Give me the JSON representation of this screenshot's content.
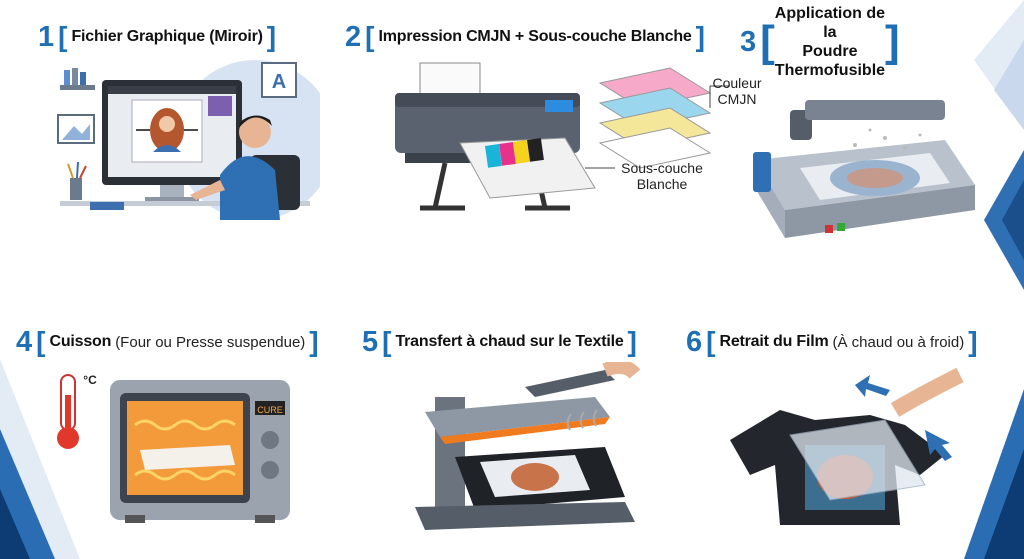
{
  "steps": [
    {
      "number": "1",
      "title": "Fichier Graphique (Miroir)",
      "subtitle": ""
    },
    {
      "number": "2",
      "title": "Impression CMJN + Sous-couche Blanche",
      "subtitle": "",
      "labels": {
        "color": "Couleur CMJN",
        "underlayer": "Sous-couche Blanche"
      }
    },
    {
      "number": "3",
      "title_line1": "Application de la",
      "title_line2": "Poudre Thermofusible"
    },
    {
      "number": "4",
      "title": "Cuisson",
      "subtitle": "(Four ou Presse suspendue)",
      "labels": {
        "temp_unit": "°C",
        "oven_display": "CURE"
      }
    },
    {
      "number": "5",
      "title": "Transfert à chaud sur le Textile",
      "subtitle": ""
    },
    {
      "number": "6",
      "title": "Retrait du Film",
      "subtitle": "(À chaud ou à froid)"
    }
  ],
  "colors": {
    "accent": "#1f6fb5",
    "dark_accent": "#0d3b73",
    "heat": "#f07a1e"
  }
}
